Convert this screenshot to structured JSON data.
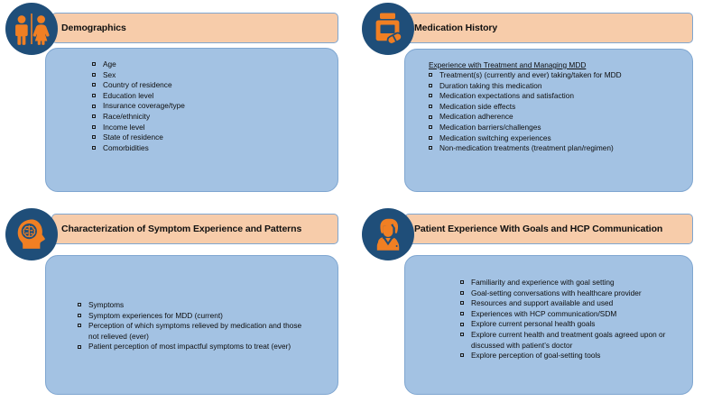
{
  "theme": {
    "circle_fill": "#1F4E79",
    "icon_stroke": "#F07F23",
    "header_fill": "#F7CCAA",
    "panel_fill": "#A3C2E3",
    "panel_border": "#7FA6D0",
    "text_color": "#0D0D0D",
    "page_bg": "#FFFFFF"
  },
  "panels": [
    {
      "id": "demographics",
      "icon_name": "male-female-restroom-icon",
      "title": "Demographics",
      "section_heading": null,
      "items": [
        "Age",
        "Sex",
        "Country of residence",
        "Education level",
        "Insurance coverage/type",
        "Race/ethnicity",
        "Income level",
        "State of residence",
        "Comorbidities"
      ]
    },
    {
      "id": "medication-history",
      "icon_name": "pill-bottle-icon",
      "title": "Medication History",
      "section_heading": "Experience with Treatment and Managing MDD",
      "items": [
        "Treatment(s) (currently and ever) taking/taken for MDD",
        "Duration taking this medication",
        "Medication expectations and satisfaction",
        "Medication side effects",
        "Medication adherence",
        "Medication barriers/challenges",
        "Medication switching experiences",
        "Non-medication treatments (treatment plan/regimen)"
      ]
    },
    {
      "id": "symptom-characterization",
      "icon_name": "brain-head-icon",
      "title": "Characterization of Symptom Experience and Patterns",
      "section_heading": null,
      "items": [
        "Symptoms",
        "Symptom experiences for MDD (current)",
        "Perception of which symptoms relieved by medication and those not relieved (ever)",
        "Patient perception of most impactful symptoms to treat (ever)"
      ]
    },
    {
      "id": "goals-hcp-communication",
      "icon_name": "doctor-stethoscope-icon",
      "title": "Patient Experience With Goals and HCP Communication",
      "section_heading": null,
      "items": [
        "Familiarity and experience with goal setting",
        "Goal-setting conversations with healthcare provider",
        "Resources and support available and used",
        "Experiences with HCP communication/SDM",
        "Explore current personal health goals",
        "Explore current health and treatment goals agreed upon or discussed with patient’s doctor",
        "Explore perception of goal-setting tools"
      ]
    }
  ]
}
